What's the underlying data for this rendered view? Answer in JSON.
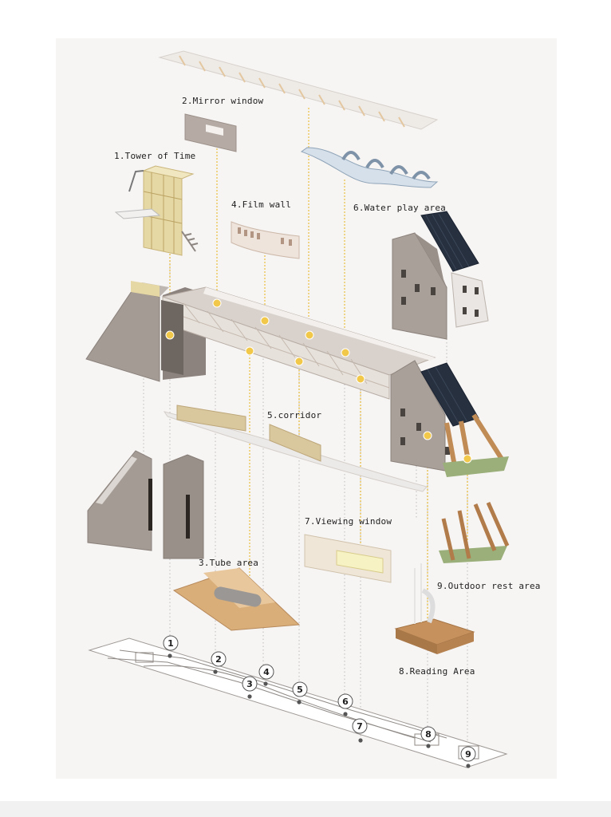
{
  "labels": {
    "l1": "1.Tower of Time",
    "l2": "2.Mirror window",
    "l3": "3.Tube area",
    "l4": "4.Film wall",
    "l5": "5.corridor",
    "l6": "6.Water play area",
    "l7": "7.Viewing window",
    "l8": "8.Reading Area",
    "l9": "9.Outdoor rest area"
  },
  "plan_markers": [
    "1",
    "2",
    "3",
    "4",
    "5",
    "6",
    "7",
    "8",
    "9"
  ],
  "colors": {
    "leader": "#e8b828",
    "dot": "#f2c84a",
    "guide": "#c8c4c2",
    "concrete": "#a69d97",
    "concrete_dark": "#7d746f",
    "wood": "#c9a574",
    "roof": "#26303f"
  }
}
